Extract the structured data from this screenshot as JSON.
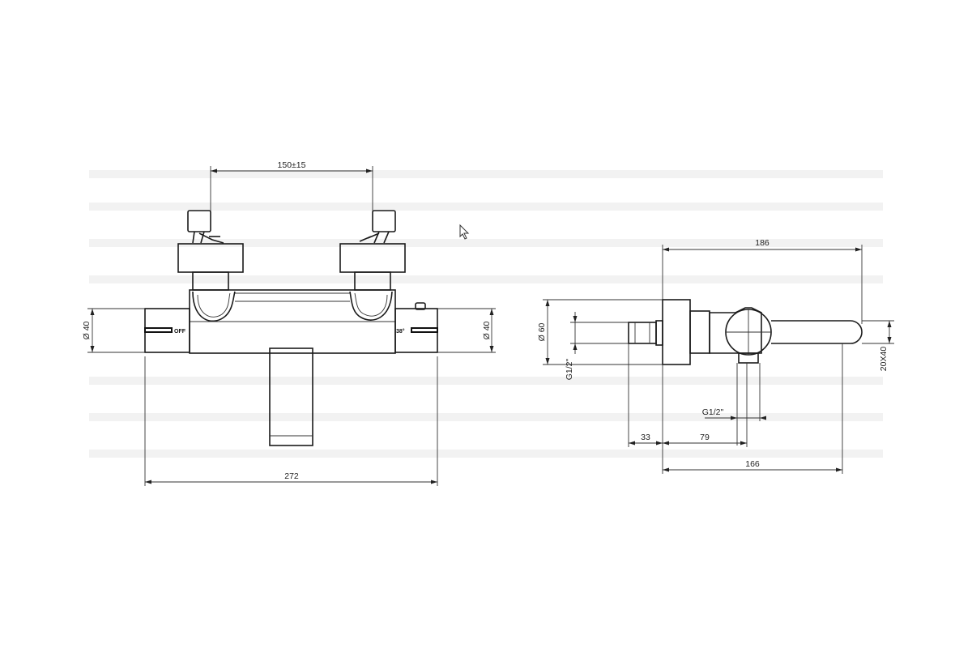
{
  "front_view": {
    "dim_inlet_spacing": "150±15",
    "dim_total_width": "272",
    "dim_left_body_diameter": "Ø 40",
    "dim_right_body_diameter": "Ø 40",
    "label_off": "OFF",
    "label_temp": "38°"
  },
  "side_view": {
    "dim_total_depth": "186",
    "dim_body_diameter": "Ø 60",
    "dim_inlet_thread": "G1/2\"",
    "dim_outlet_thread": "G1/2\"",
    "dim_eccentric": "33",
    "dim_body_depth": "79",
    "dim_spout_reach": "166",
    "dim_spout_section": "20X40"
  }
}
